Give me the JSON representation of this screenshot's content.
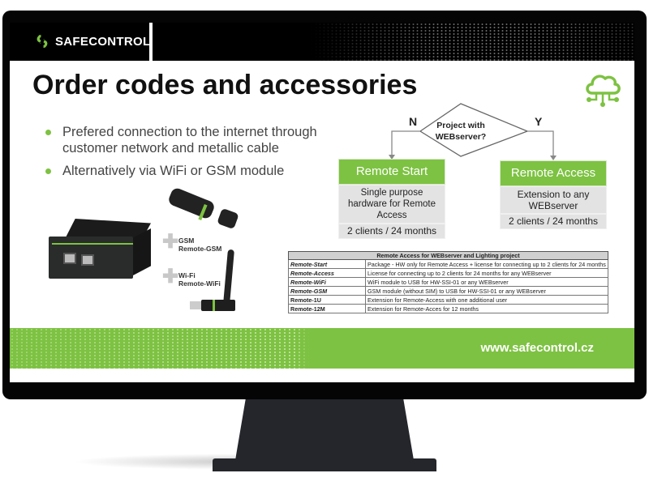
{
  "header": {
    "brand": "SAFECONTROL"
  },
  "slide": {
    "title": "Order codes and accessories",
    "bullets": [
      "Prefered connection to the internet through customer network and metallic cable",
      "Alternatively via WiFi or GSM module"
    ],
    "accessories": [
      {
        "name": "GSM",
        "code": "Remote-GSM"
      },
      {
        "name": "Wi-Fi",
        "code": "Remote-WiFi"
      }
    ],
    "flow": {
      "question": "Project with WEBserver?",
      "no_label": "N",
      "yes_label": "Y",
      "left": {
        "title": "Remote Start",
        "desc": "Single purpose hardware for Remote Access",
        "clients": "2 clients / 24 months"
      },
      "right": {
        "title": "Remote Access",
        "desc": "Extension to any WEBserver",
        "clients": "2 clients / 24 months"
      }
    },
    "table": {
      "title": "Remote Access for WEBserver and Lighting project",
      "rows": [
        {
          "code": "Remote-Start",
          "desc": "Package - HW only for Remote Access + license for connecting up to 2 clients for 24 months"
        },
        {
          "code": "Remote-Access",
          "desc": "License for connecting up to 2 clients for 24 months for any WEBserver"
        },
        {
          "code": "Remote-WiFi",
          "desc": "WiFi module to USB for HW-SSI-01 or any WEBserver"
        },
        {
          "code": "Remote-GSM",
          "desc": "GSM module (without SIM) to USB for HW-SSI-01 or any WEBserver"
        },
        {
          "code": "Remote-1U",
          "desc": "Extension for Remote-Access with one additional user"
        },
        {
          "code": "Remote-12M",
          "desc": "Extension for Remote-Acces for 12 months"
        }
      ]
    },
    "footer_url": "www.safecontrol.cz"
  },
  "colors": {
    "accent": "#7dc242",
    "bezel": "#050505",
    "stand": "#25262b"
  }
}
